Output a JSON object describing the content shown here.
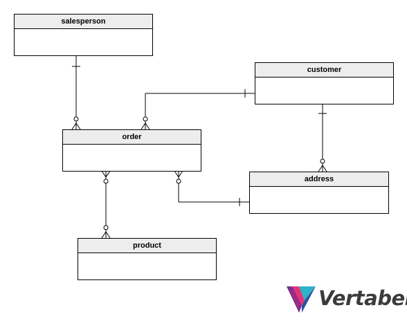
{
  "entities": {
    "salesperson": {
      "name": "salesperson"
    },
    "customer": {
      "name": "customer"
    },
    "order": {
      "name": "order"
    },
    "address": {
      "name": "address"
    },
    "product": {
      "name": "product"
    }
  },
  "relationships": [
    {
      "from": "salesperson",
      "to": "order",
      "from_cardinality": "one",
      "to_cardinality": "zero-or-many"
    },
    {
      "from": "customer",
      "to": "order",
      "from_cardinality": "one",
      "to_cardinality": "zero-or-many"
    },
    {
      "from": "customer",
      "to": "address",
      "from_cardinality": "one",
      "to_cardinality": "zero-or-many"
    },
    {
      "from": "order",
      "to": "address",
      "from_cardinality": "zero-or-many",
      "to_cardinality": "one"
    },
    {
      "from": "order",
      "to": "product",
      "from_cardinality": "zero-or-many",
      "to_cardinality": "zero-or-many"
    }
  ],
  "logo": {
    "text": "Vertabelo",
    "colors": [
      "#7b2d8e",
      "#e0347a",
      "#2bb3c6",
      "#2d4fa1"
    ]
  },
  "colors": {
    "header_fill": "#ededed",
    "line": "#000000",
    "text": "#3c3c3c"
  }
}
